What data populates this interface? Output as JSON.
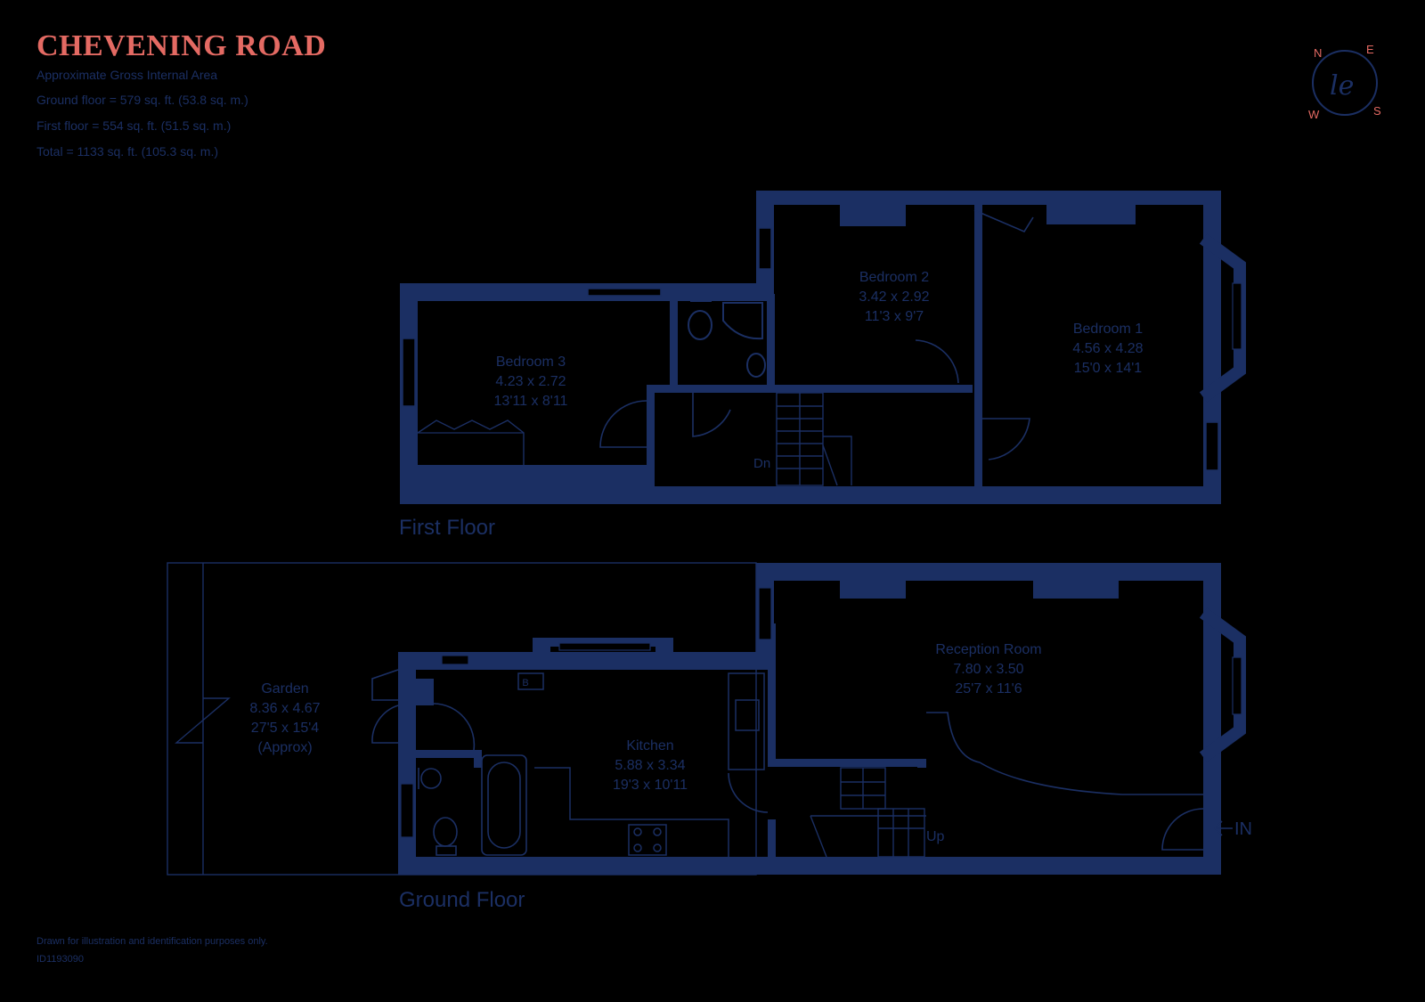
{
  "header": {
    "title": "CHEVENING ROAD",
    "subtitle": "Approximate Gross Internal Area",
    "ground_area": "Ground floor = 579 sq. ft. (53.8 sq. m.)",
    "first_area": "First floor = 554 sq. ft. (51.5 sq. m.)",
    "total_area": "Total = 1133 sq. ft. (105.3 sq. m.)"
  },
  "compass": {
    "n": "N",
    "e": "E",
    "s": "S",
    "w": "W",
    "logo": "le"
  },
  "first_floor": {
    "label": "First Floor",
    "bedroom3": {
      "name": "Bedroom 3",
      "metric": "4.23 x 2.72",
      "imperial": "13'11 x 8'11"
    },
    "bedroom2": {
      "name": "Bedroom 2",
      "metric": "3.42 x 2.92",
      "imperial": "11'3 x 9'7"
    },
    "bedroom1": {
      "name": "Bedroom 1",
      "metric": "4.56 x 4.28",
      "imperial": "15'0 x 14'1"
    },
    "stairs": "Dn"
  },
  "ground_floor": {
    "label": "Ground Floor",
    "garden": {
      "name": "Garden",
      "metric": "8.36 x 4.67",
      "imperial": "27'5 x 15'4",
      "note": "(Approx)"
    },
    "kitchen": {
      "name": "Kitchen",
      "metric": "5.88 x 3.34",
      "imperial": "19'3 x 10'11"
    },
    "reception": {
      "name": "Reception Room",
      "metric": "7.80 x 3.50",
      "imperial": "25'7 x 11'6"
    },
    "stairs": "Up",
    "entrance": "IN",
    "boiler": "B"
  },
  "footer": {
    "disclaimer": "Drawn for illustration and identification purposes only.",
    "ref": "ID1193090"
  },
  "colors": {
    "wall": "#1b2f63",
    "accent": "#e46a63",
    "background": "#000000"
  }
}
